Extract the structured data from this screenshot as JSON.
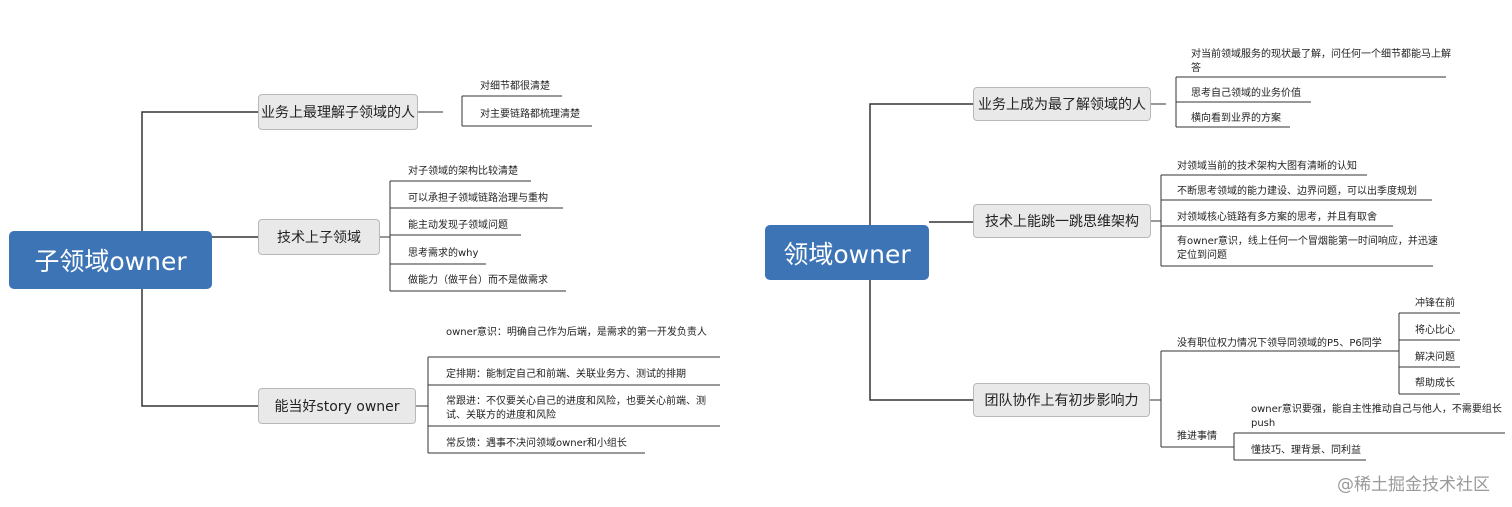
{
  "left_map": {
    "root": "子领域owner",
    "branches": [
      {
        "label": "业务上最理解子领域的人",
        "items": [
          "对细节都很清楚",
          "对主要链路都梳理清楚"
        ]
      },
      {
        "label": "技术上子领域",
        "items": [
          "对子领域的架构比较清楚",
          "可以承担子领域链路治理与重构",
          "能主动发现子领域问题",
          "思考需求的why",
          "做能力（做平台）而不是做需求"
        ]
      },
      {
        "label": "能当好story owner",
        "items": [
          "owner意识：明确自己作为后端，是需求的第一开发负责人",
          "定排期：能制定自己和前端、关联业务方、测试的排期",
          "常跟进：不仅要关心自己的进度和风险，也要关心前端、测试、关联方的进度和风险",
          "常反馈：遇事不决问领域owner和小组长"
        ]
      }
    ]
  },
  "right_map": {
    "root": "领域owner",
    "branches": [
      {
        "label": "业务上成为最了解领域的人",
        "items": [
          "对当前领域服务的现状最了解，问任何一个细节都能马上解答",
          "思考自己领域的业务价值",
          "横向看到业界的方案"
        ]
      },
      {
        "label": "技术上能跳一跳思维架构",
        "items": [
          "对领域当前的技术架构大图有清晰的认知",
          "不断思考领域的能力建设、边界问题，可以出季度规划",
          "对领域核心链路有多方案的思考，并且有取舍",
          "有owner意识，线上任何一个冒烟能第一时间响应，并迅速定位到问题"
        ]
      },
      {
        "label": "团队协作上有初步影响力",
        "subs": [
          {
            "label": "没有职位权力情况下领导同领域的P5、P6同学",
            "items": [
              "冲锋在前",
              "将心比心",
              "解决问题",
              "帮助成长"
            ]
          },
          {
            "label": "推进事情",
            "items": [
              "owner意识要强，能自主性推动自己与他人，不需要组长push",
              "懂技巧、理背景、同利益"
            ]
          }
        ]
      }
    ]
  },
  "watermark": "@稀土掘金技术社区"
}
